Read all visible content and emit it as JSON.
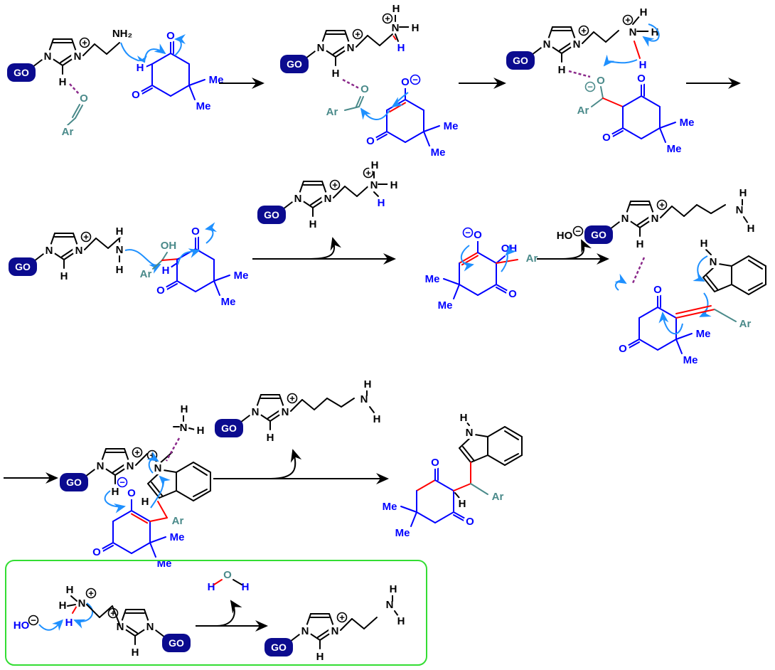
{
  "atoms": {
    "go": "GO",
    "n": "N",
    "h": "H",
    "o": "O",
    "me": "Me",
    "ar": "Ar",
    "nh2": "NH₂",
    "oh": "OH",
    "ho": "HO",
    "plus": "+",
    "minus": "−"
  },
  "colors": {
    "go_badge": "#0b0b8f",
    "dimedone": "#0000ff",
    "new_bond": "#ff0000",
    "aryl": "#4a8a8a",
    "curly_arrow": "#1e90ff",
    "h_bond": "#8b2a8b",
    "box": "#33dd33"
  }
}
